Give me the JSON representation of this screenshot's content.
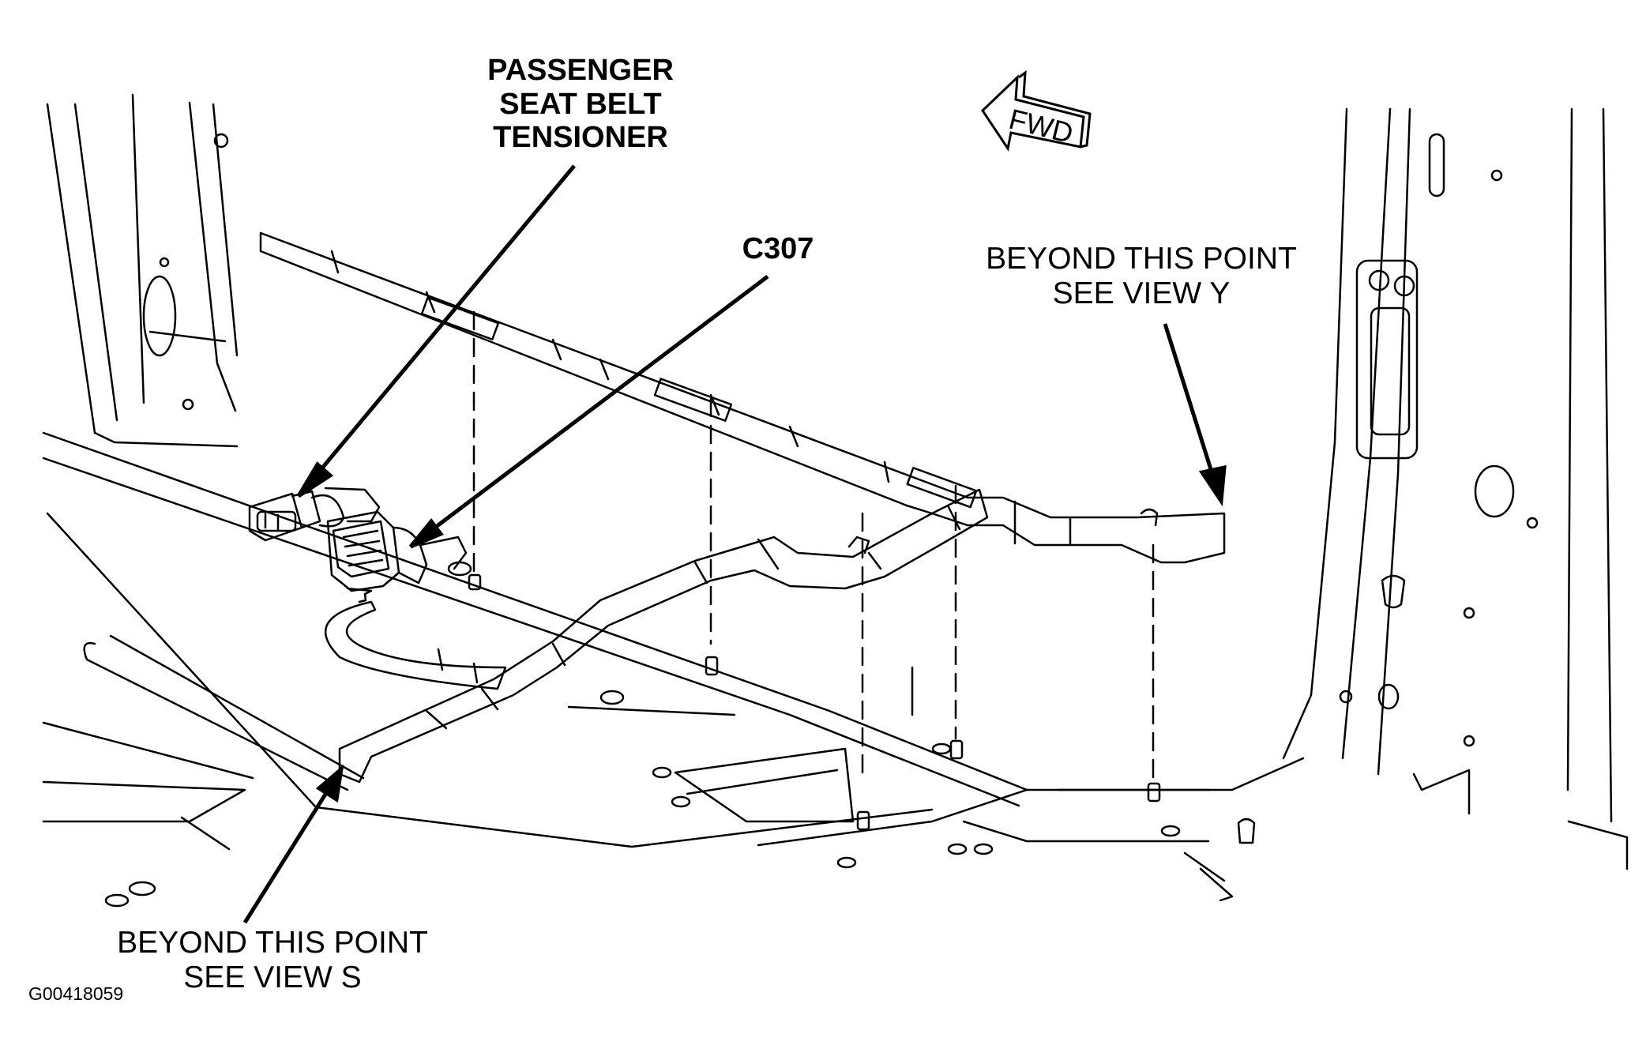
{
  "labels": {
    "passenger_seat_belt_tensioner": [
      "PASSENGER",
      "SEAT BELT",
      "TENSIONER"
    ],
    "connector": "C307",
    "beyond_view_y": [
      "BEYOND THIS POINT",
      "SEE VIEW Y"
    ],
    "beyond_view_s": [
      "BEYOND THIS POINT",
      "SEE VIEW S"
    ],
    "forward_arrow": "FWD",
    "figure_id": "G00418059"
  },
  "colors": {
    "line": "#000000",
    "background": "#ffffff",
    "harness_fill": "#ffffff"
  }
}
